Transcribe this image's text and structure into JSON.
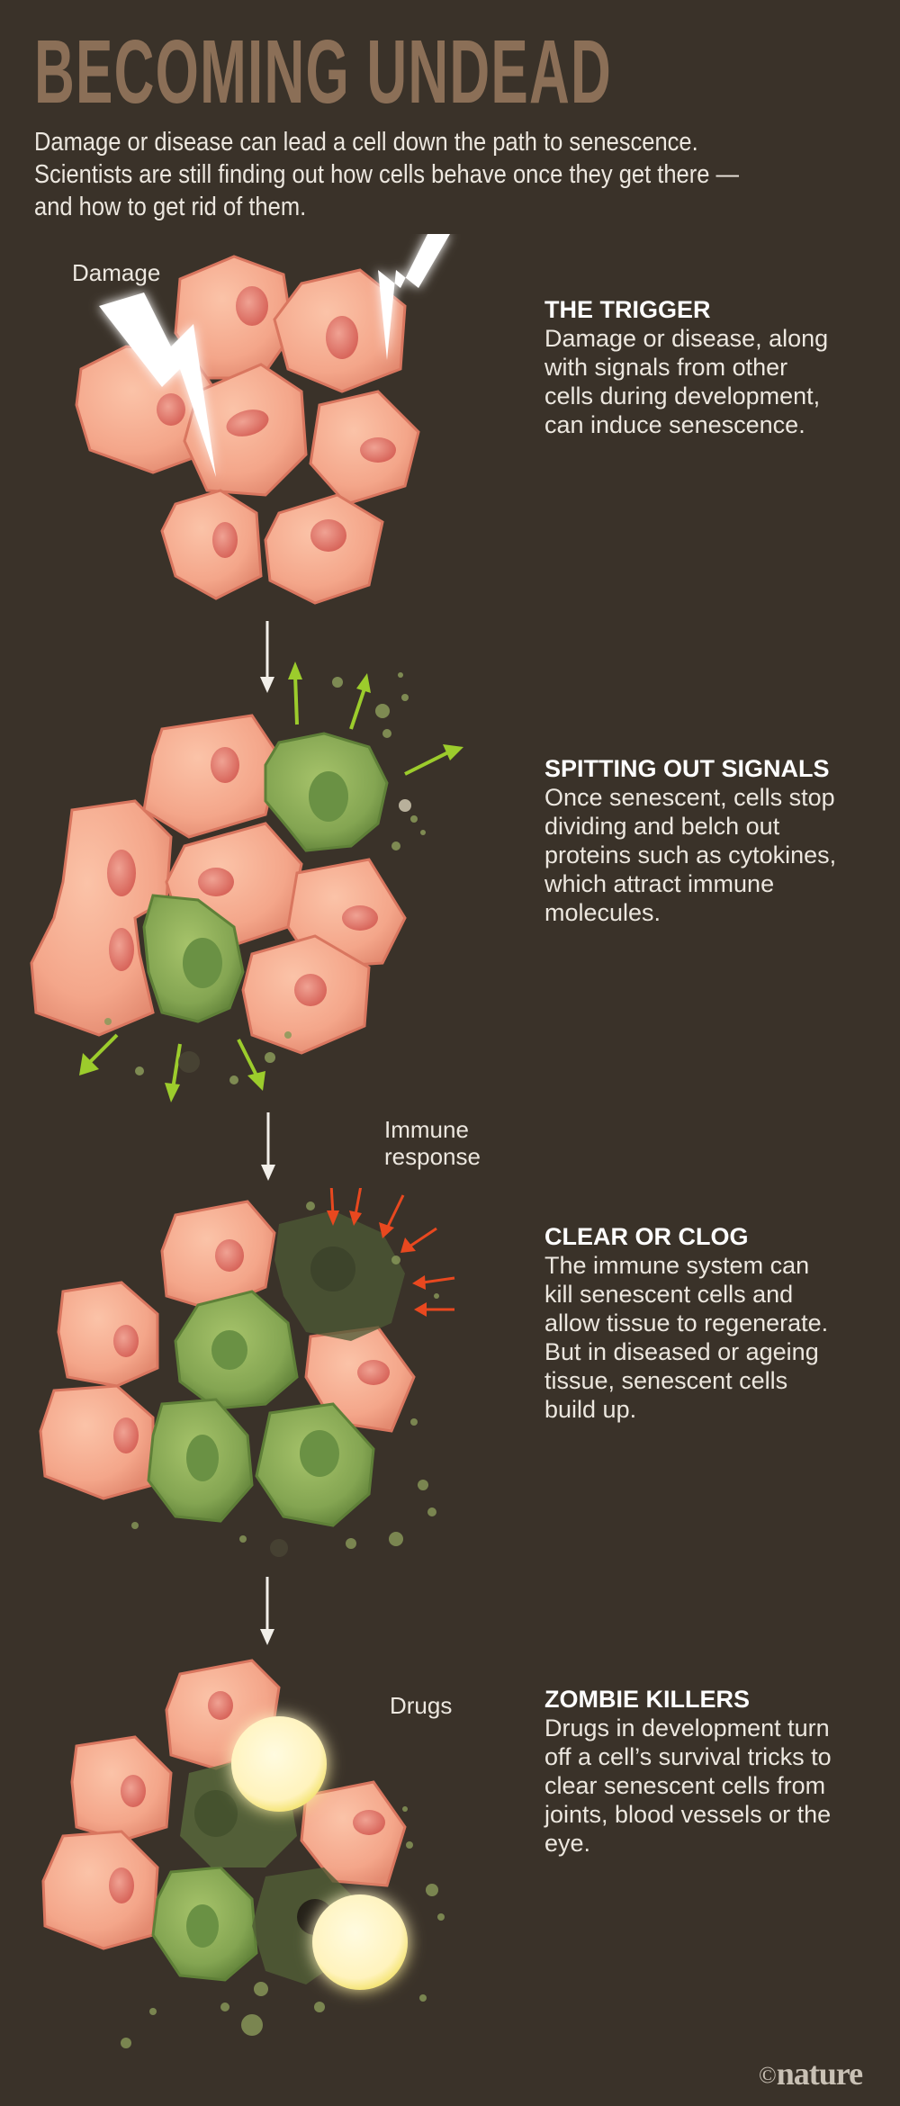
{
  "title": "BECOMING UNDEAD",
  "intro": {
    "lines": [
      "Damage or disease can lead a cell down the path to senescence.",
      "Scientists are still finding out how cells behave once they get there —",
      "and how to get rid of them."
    ]
  },
  "colors": {
    "background": "#3a3229",
    "title": "#8b6f57",
    "healthy_cell": "#f2a68b",
    "healthy_cell_edge": "#d9765f",
    "nucleus": "#e0766a",
    "senescent_cell": "#7fa04c",
    "senescent_dark": "#4d5a36",
    "signal_arrow": "#9ccc2c",
    "immune_arrow": "#e8481f",
    "drug_glow": "#fff7c8"
  },
  "steps": [
    {
      "heading": "THE TRIGGER",
      "body_lines": [
        "Damage or disease, along",
        "with signals from other",
        "cells during development,",
        "can induce senescence."
      ],
      "illustration_label": "Damage"
    },
    {
      "heading": "SPITTING OUT SIGNALS",
      "body_lines": [
        "Once senescent, cells stop",
        "dividing and belch out",
        "proteins such as cytokines,",
        "which attract immune",
        "molecules."
      ],
      "illustration_label": ""
    },
    {
      "heading": "CLEAR OR CLOG",
      "body_lines": [
        "The immune system can",
        "kill senescent cells and",
        "allow tissue to regenerate.",
        "But in diseased or ageing",
        "tissue, senescent cells",
        "build up."
      ],
      "illustration_label_lines": [
        "Immune",
        "response"
      ]
    },
    {
      "heading": "ZOMBIE KILLERS",
      "body_lines": [
        "Drugs in development turn",
        "off a cell’s survival tricks to",
        "clear senescent cells from",
        "joints, blood vessels or the",
        "eye."
      ],
      "illustration_label": "Drugs"
    }
  ],
  "credit": {
    "symbol": "©",
    "text": "nature"
  }
}
